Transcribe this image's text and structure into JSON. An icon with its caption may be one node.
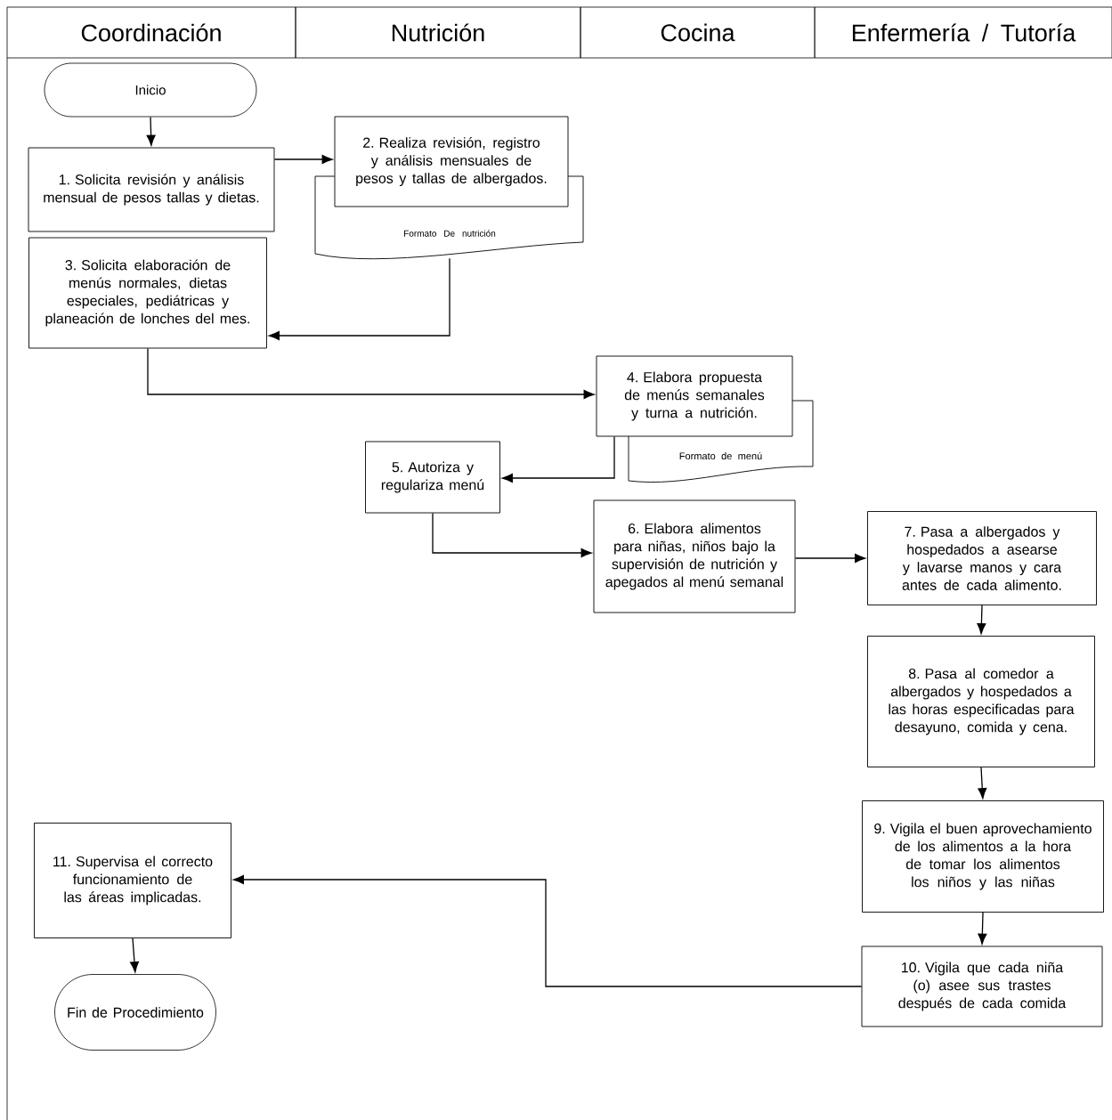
{
  "diagram": {
    "nodes": [
      {
        "text": [
          "Coordinación"
        ]
      },
      {
        "text": [
          "Nutrición"
        ]
      },
      {
        "text": [
          "Cocina"
        ]
      },
      {
        "text": [
          "Enfermería / Tutoría"
        ]
      },
      {
        "text": [
          "Inicio"
        ]
      },
      {
        "text": [
          "1. Solicita revisión y análisis mensual de pesos tallas y dietas."
        ]
      },
      {
        "text": [
          "Formato De nutrición"
        ]
      },
      {
        "text": [
          "2. Realiza revisión, registro y análisis mensuales de pesos y tallas de albergados."
        ]
      },
      {
        "text": [
          "3. Solicita elaboración de menús normales, dietas especiales, pediátricas y planeación de lonches del mes."
        ]
      },
      {
        "text": [
          "Formato de menú"
        ]
      },
      {
        "text": [
          "4. Elabora propuesta de menús semanales y turna a nutrición."
        ]
      },
      {
        "text": [
          "5. Autoriza y regulariza menú"
        ]
      },
      {
        "text": [
          "6. Elabora alimentos para niñas, niños bajo la supervisión de nutrición y apegados al menú semanal"
        ]
      },
      {
        "text": [
          "7. Pasa a albergados y hospedados a asearse y lavarse manos y cara antes de cada alimento."
        ]
      },
      {
        "text": [
          "8. Pasa al comedor a albergados y hospedados a las horas especificadas para desayuno, comida y cena."
        ]
      },
      {
        "text": [
          "9. Vigila el buen aprovechamiento de los alimentos a la hora de tomar los alimentos los niños y las niñas"
        ]
      },
      {
        "text": [
          "10. Vigila que cada niña (o) asee sus trastes después de cada comida"
        ]
      },
      {
        "text": [
          "11. Supervisa el correcto funcionamiento de las áreas implicadas."
        ]
      },
      {
        "text": [
          "Fin de Procedimiento"
        ]
      }
    ],
    "edges": [
      {
        "from": 4,
        "to": 5,
        "arrow": "to"
      },
      {
        "from": 5,
        "to": 7,
        "arrow": "to"
      },
      {
        "from": 6,
        "to": 8,
        "arrow": "to"
      },
      {
        "from": 8,
        "to": 10,
        "arrow": "to"
      },
      {
        "from": 10,
        "to": 11,
        "arrow": "to"
      },
      {
        "from": 11,
        "to": 12,
        "arrow": "to"
      },
      {
        "from": 12,
        "to": 13,
        "arrow": "to"
      },
      {
        "from": 13,
        "to": 14,
        "arrow": "to"
      },
      {
        "from": 14,
        "to": 15,
        "arrow": "to"
      },
      {
        "from": 15,
        "to": 16,
        "arrow": "to"
      },
      {
        "from": 16,
        "to": 17,
        "arrow": "to"
      },
      {
        "from": 17,
        "to": 18,
        "arrow": "to"
      }
    ]
  }
}
